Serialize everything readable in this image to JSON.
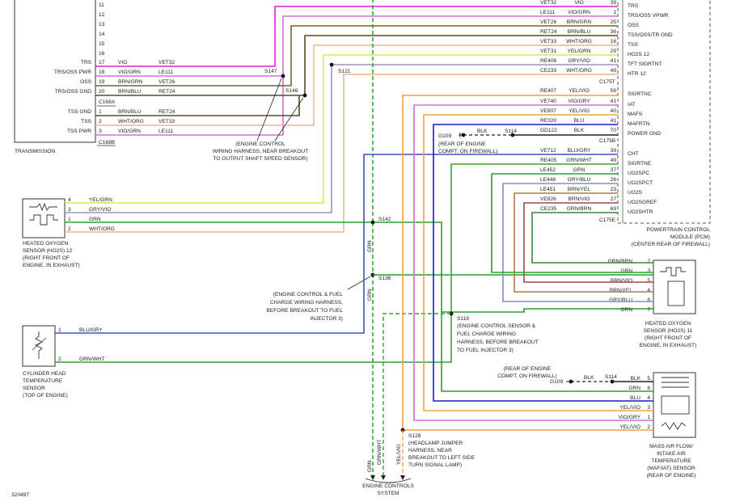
{
  "colors": {
    "VIO": "#dd22dd",
    "YEL_VIO": "#f2a23a",
    "GRN": "#2aa02a",
    "BRN_GRN": "#6b6b2a",
    "BRN_BLU": "#5a4a2a",
    "WHT_ORG": "#e9b98e",
    "YEL_GRN": "#e4e455",
    "GRY_VIO": "#a090c8",
    "BLU": "#1c1cc8",
    "BLU_GRY": "#4050c0",
    "GRN_WHT": "#3aa03a",
    "GRY_BLU": "#8090c0",
    "BRN_VIO": "#a04848",
    "BRN_YEL": "#b87840",
    "GRN_BRN": "#3a8a3a",
    "VIO_GRY": "#d070d0",
    "BLK": "#222222"
  },
  "transmission": {
    "title": "TRANSMISSION",
    "pins_top": [
      "11",
      "12",
      "13",
      "14",
      "15",
      "16"
    ],
    "rows": [
      {
        "label": "TRS",
        "pin": "17",
        "color": "VIO",
        "circuit": "VET32"
      },
      {
        "label": "TRS/OSS PWR",
        "pin": "18",
        "color": "VIO/GRN",
        "circuit": "LE111"
      },
      {
        "label": "OSS",
        "pin": "19",
        "color": "BRN/GRN",
        "circuit": "VET26"
      },
      {
        "label": "TRS/OSS GND",
        "pin": "20",
        "color": "BRN/BLU",
        "circuit": "RET24"
      },
      {
        "label": "TSS GND",
        "pin": "1",
        "color": "BRN/BLU",
        "circuit": "RET24"
      },
      {
        "label": "TSS",
        "pin": "2",
        "color": "WHT/ORG",
        "circuit": "VET33"
      },
      {
        "label": "TSS PWR",
        "pin": "3",
        "color": "VIO/GRN",
        "circuit": "LE111"
      }
    ],
    "conn_a": "C168A",
    "conn_b": "C168B"
  },
  "splices": {
    "s147": "S147",
    "s146": "S146",
    "s121": "S121",
    "s142": "S142",
    "s136": "S136",
    "s118": "S118",
    "s128": "S128",
    "s114a": "S114",
    "s114b": "S114",
    "g109a": "G109",
    "g109b": "G109"
  },
  "harness_note": [
    "(ENGINE CONTROL",
    "WIRING HARNESS, NEAR BREAKOUT",
    "TO OUTPUT SHAFT SPEED SENSOR)"
  ],
  "pcm": {
    "title": [
      "POWERTRAIN CONTROL",
      "MODULE (PCM)",
      "(CENTER REAR OF FIREWALL)"
    ],
    "rows_a": [
      {
        "circuit": "VET32",
        "color": "VIO",
        "pin": "39",
        "func": "TRS"
      },
      {
        "circuit": "LE111",
        "color": "VIO/GRN",
        "pin": "1",
        "func": "TRS/OSS VPWR"
      },
      {
        "circuit": "VET26",
        "color": "BRN/GRN",
        "pin": "25",
        "func": "OSS"
      },
      {
        "circuit": "RET24",
        "color": "BRN/BLU",
        "pin": "36",
        "func": "TSS/OSS/TR GND"
      },
      {
        "circuit": "VET33",
        "color": "WHT/ORG",
        "pin": "16",
        "func": "TSS"
      },
      {
        "circuit": "VET31",
        "color": "YEL/GRN",
        "pin": "29",
        "func": "HO2S 12"
      },
      {
        "circuit": "RE406",
        "color": "GRY/VIO",
        "pin": "41",
        "func": "TFT SIGRTNT"
      },
      {
        "circuit": "CE233",
        "color": "WHT/ORG",
        "pin": "49",
        "func": "HTR 12"
      }
    ],
    "conn_t": "C175T",
    "rows_b": [
      {
        "circuit": "RE407",
        "color": "YEL/VIO",
        "pin": "56",
        "func": "SIGRTNC"
      },
      {
        "circuit": "VE740",
        "color": "VIO/GRY",
        "pin": "41",
        "func": "IAT"
      },
      {
        "circuit": "VE807",
        "color": "YEL/VIO",
        "pin": "40",
        "func": "MAFS"
      },
      {
        "circuit": "RE320",
        "color": "BLU",
        "pin": "41",
        "func": "MAFRTN"
      },
      {
        "circuit": "GD122",
        "color": "BLK",
        "pin": "70",
        "func": "POWER GND"
      }
    ],
    "conn_b": "C175B",
    "rows_e": [
      {
        "circuit": "VE712",
        "color": "BLU/GRY",
        "pin": "39",
        "func": "CHT"
      },
      {
        "circuit": "RE405",
        "color": "GRN/WHT",
        "pin": "49",
        "func": "SIGRTNE"
      },
      {
        "circuit": "LE452",
        "color": "GRN",
        "pin": "37",
        "func": "UO2SPC"
      },
      {
        "circuit": "LE448",
        "color": "GRY/BLU",
        "pin": "26",
        "func": "UO2SPCT"
      },
      {
        "circuit": "LE451",
        "color": "BRN/YEL",
        "pin": "23",
        "func": "UO2S"
      },
      {
        "circuit": "VE826",
        "color": "BRN/VIO",
        "pin": "27",
        "func": "UO2SGREF"
      },
      {
        "circuit": "CE235",
        "color": "GRN/BRN",
        "pin": "69",
        "func": "UO2SHTR"
      }
    ],
    "conn_e": "C175E"
  },
  "g109_top": {
    "label": "G109",
    "note": [
      "(REAR OF ENGINE",
      "COMPT, ON FIREWALL)"
    ],
    "blk": "BLK"
  },
  "ho2s12": {
    "title": [
      "HEATED OXYGEN",
      "SENSOR (HO2S) 12",
      "(RIGHT FRONT OF",
      "ENGINE, IN EXHAUST)"
    ],
    "pins": [
      {
        "pin": "4",
        "color": "YEL/GRN"
      },
      {
        "pin": "3",
        "color": "GRY/VIO"
      },
      {
        "pin": "1",
        "color": "GRN"
      },
      {
        "pin": "2",
        "color": "WHT/ORG"
      }
    ]
  },
  "cht": {
    "title": [
      "CYLINDER HEAD",
      "TEMPERATURE",
      "SENSOR",
      "(TOP OF ENGINE)"
    ],
    "pins": [
      {
        "pin": "1",
        "color": "BLU/GRY"
      },
      {
        "pin": "2",
        "color": "GRN/WHT"
      }
    ]
  },
  "ho2s11": {
    "title": [
      "HEATED OXYGEN",
      "SENSOR (HO2S) 11",
      "(RIGHT FRONT OF",
      "ENGINE, IN EXHAUST)"
    ],
    "pins": [
      {
        "pin": "2",
        "color": "GRN/BRN"
      },
      {
        "pin": "3",
        "color": "GRN"
      },
      {
        "pin": "5",
        "color": "BRN/VIO"
      },
      {
        "pin": "4",
        "color": "BRN/YEL"
      },
      {
        "pin": "6",
        "color": "GRY/BLU"
      },
      {
        "pin": "7",
        "color": "GRN"
      }
    ]
  },
  "maf": {
    "title": [
      "MASS AIR FLOW/",
      "INTAKE AIR",
      "TEMPERATURE",
      "(MAF/IAT) SENSOR",
      "(REAR OF ENGINE)"
    ],
    "pins": [
      {
        "pin": "5",
        "color": "BLK"
      },
      {
        "pin": "6",
        "color": "GRN"
      },
      {
        "pin": "4",
        "color": "BLU"
      },
      {
        "pin": "3",
        "color": "YEL/VIO"
      },
      {
        "pin": "1",
        "color": "VIO/GRY"
      },
      {
        "pin": "2",
        "color": "YEL/VIO"
      }
    ],
    "g109": {
      "label": "G109",
      "note": [
        "(REAR OF ENGINE",
        "COMPT, ON FIREWALL)"
      ],
      "blk": "BLK"
    }
  },
  "notes": {
    "s136_note": [
      "(ENGINE CONTROL & FUEL",
      "CHARGE WIRING HARNESS,",
      "BEFORE BREAKOUT TO FUEL",
      "INJECTOR 3)"
    ],
    "s118_note": [
      "(ENGINE CONTROL SENSOR &",
      "FUEL CHARGE WIRING",
      "HARNESS, BEFORE BREAKOUT",
      "TO FUEL INJECTOR 3)"
    ],
    "s128_note": [
      "(HEADLAMP JUMPER",
      "HARNESS, NEAR",
      "BREAKOUT TO LEFT SIDE",
      "TURN SIGNAL LAMP)"
    ]
  },
  "vertical_labels": {
    "grn1": "GRN",
    "grn2": "GRN",
    "grn3": "GRN",
    "grnwht": "GRN/WHT",
    "yelvio": "YEL/VIO"
  },
  "engine_controls": [
    "ENGINE CONTROLS",
    "SYSTEM"
  ],
  "figure_id": "320497"
}
